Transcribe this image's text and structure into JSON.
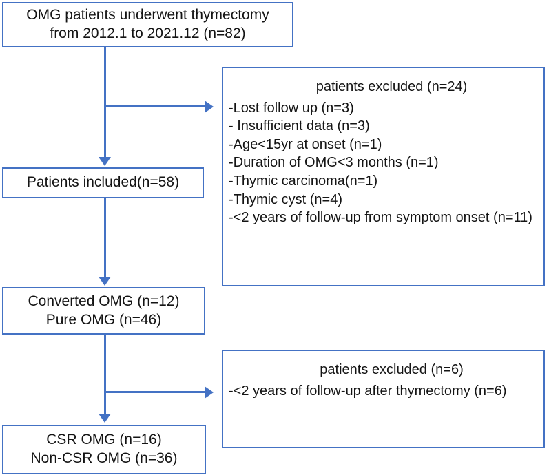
{
  "diagram": {
    "title": "OMG thymectomy patient selection flow diagram",
    "accent_color": "#4472c4",
    "text_color": "#141414",
    "background_color": "#ffffff"
  },
  "nodes": {
    "enrolled": {
      "lines": [
        "OMG patients underwent thymectomy",
        "from 2012.1 to 2021.12 (n=82)"
      ]
    },
    "included": {
      "lines": [
        "Patients included(n=58)"
      ]
    },
    "omg_split": {
      "lines": [
        "Converted OMG (n=12)",
        "Pure OMG (n=46)"
      ]
    },
    "csr_split": {
      "lines": [
        "CSR OMG (n=16)",
        "Non-CSR OMG (n=36)"
      ]
    }
  },
  "exclusions": {
    "first": {
      "title": "patients excluded (n=24)",
      "items": [
        "-Lost follow up (n=3)",
        "- Insufficient data (n=3)",
        "-Age<15yr at onset (n=1)",
        "-Duration of OMG<3 months (n=1)",
        "-Thymic carcinoma(n=1)",
        "-Thymic cyst (n=4)",
        "-<2 years of follow-up from symptom onset (n=11)"
      ]
    },
    "second": {
      "title": "patients excluded (n=6)",
      "items": [
        "-<2 years of follow-up after thymectomy (n=6)"
      ]
    }
  },
  "connectors": [
    {
      "name": "enrolled-to-included",
      "direction": "down"
    },
    {
      "name": "enrolled-to-excluded-1",
      "direction": "right"
    },
    {
      "name": "included-to-omg-split",
      "direction": "down"
    },
    {
      "name": "omg-split-to-csr-split",
      "direction": "down"
    },
    {
      "name": "omg-split-to-excluded-2",
      "direction": "right"
    }
  ]
}
